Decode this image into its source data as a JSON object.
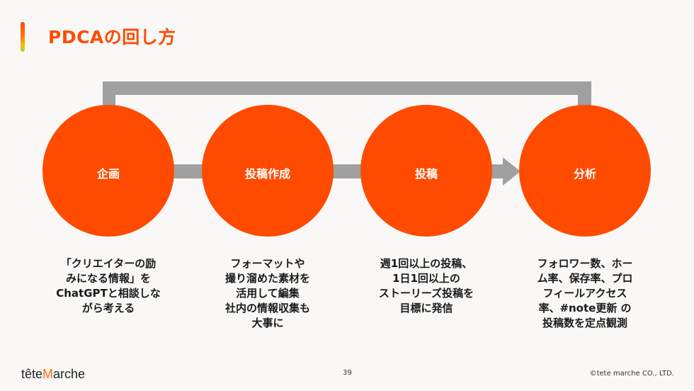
{
  "title": "PDCAの回し方",
  "colors": {
    "accent": "#ff4b00",
    "connector": "#a0a0a0"
  },
  "steps": [
    {
      "label": "企画",
      "description": "「クリエイターの励\nみになる情報」を\nChatGPTと相談しな\nがら考える"
    },
    {
      "label": "投稿作成",
      "description": "フォーマットや\n撮り溜めた素材を\n活用して編集\n社内の情報収集も\n大事に"
    },
    {
      "label": "投稿",
      "description": "週1回以上の投稿、\n1日1回以上の\nストーリーズ投稿を\n目標に発信"
    },
    {
      "label": "分析",
      "description": "フォロワー数、ホー\nム率、保存率、プロ\nフィールアクセス\n率、#note更新 の\n投稿数を定点観測"
    }
  ],
  "footer": {
    "logo_prefix": "tête",
    "logo_m": "M",
    "logo_suffix": "arche",
    "page": "39",
    "copyright": "©tete marche CO., LTD."
  }
}
